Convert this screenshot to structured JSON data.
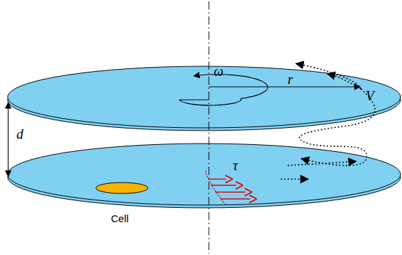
{
  "diagram": {
    "labels": [
      "d",
      "ω",
      "r",
      "V",
      "τ",
      "Cell"
    ]
  }
}
